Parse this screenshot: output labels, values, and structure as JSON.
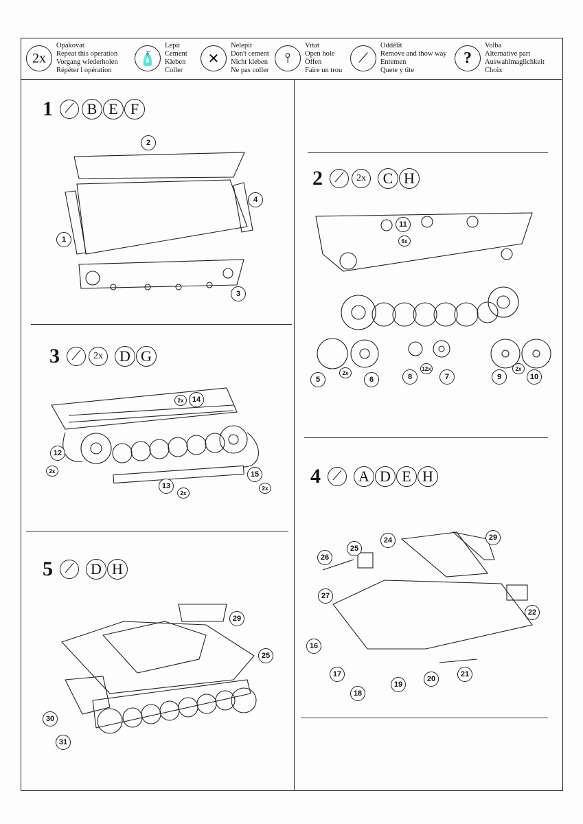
{
  "legend": [
    {
      "icon": "2x",
      "lines": [
        "Opakovat",
        "Repeat this operation",
        "Vorgang wiederholen",
        "Répéter l opération"
      ]
    },
    {
      "icon": "cement-tube",
      "lines": [
        "Lepit",
        "Cement",
        "Kleben",
        "Coller"
      ]
    },
    {
      "icon": "no-cement",
      "lines": [
        "Nelepit",
        "Don't cement",
        "Nicht kleben",
        "Ne pas coller"
      ]
    },
    {
      "icon": "drill",
      "lines": [
        "Vrtat",
        "Open hole",
        "Öffen",
        "Faire un trou"
      ]
    },
    {
      "icon": "knife",
      "lines": [
        "Oddělit",
        "Remove and thow way",
        "Entemen",
        "Quete y tite"
      ]
    },
    {
      "icon": "?",
      "lines": [
        "Volba",
        "Alternative part",
        "Auswahlmaglichkeit",
        "Choix"
      ]
    }
  ],
  "steps": {
    "s1": {
      "number": "1",
      "repeat": "",
      "letters": [
        "B",
        "E",
        "F"
      ],
      "callouts": [
        "2",
        "4",
        "1",
        "3"
      ]
    },
    "s2": {
      "number": "2",
      "repeat": "2x",
      "letters": [
        "C",
        "H"
      ],
      "callouts": [
        "11",
        "6x",
        "5",
        "2x",
        "6",
        "8",
        "12x",
        "7",
        "9",
        "2x",
        "10"
      ]
    },
    "s3": {
      "number": "3",
      "repeat": "2x",
      "letters": [
        "D",
        "G"
      ],
      "callouts": [
        "14",
        "2x",
        "12",
        "2x",
        "13",
        "2x",
        "15",
        "2x"
      ]
    },
    "s4": {
      "number": "4",
      "repeat": "",
      "letters": [
        "A",
        "D",
        "E",
        "H"
      ],
      "callouts": [
        "24",
        "29",
        "25",
        "26",
        "27",
        "22",
        "16",
        "17",
        "18",
        "19",
        "20",
        "21"
      ]
    },
    "s5": {
      "number": "5",
      "repeat": "",
      "letters": [
        "D",
        "H"
      ],
      "callouts": [
        "29",
        "25",
        "30",
        "31"
      ]
    }
  }
}
